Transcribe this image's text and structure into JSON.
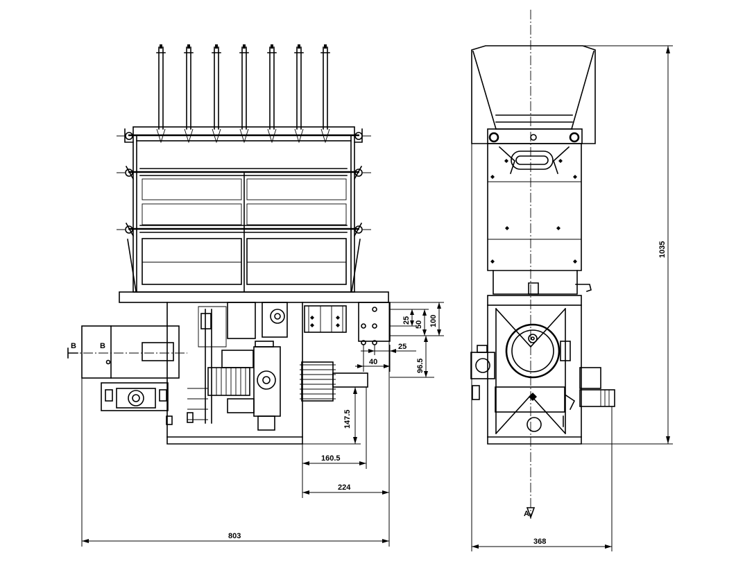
{
  "dimensions": {
    "width_total": "803",
    "depth_total": "368",
    "height_total": "1035",
    "d_224": "224",
    "d_160_5": "160.5",
    "d_147_5": "147.5",
    "d_100": "100",
    "d_50": "50",
    "d_25_v": "25",
    "d_25_h": "25",
    "d_40": "40",
    "d_96_5": "96.5"
  },
  "section_labels": {
    "b_left": "B",
    "b_right": "B",
    "a_bottom": "A"
  }
}
